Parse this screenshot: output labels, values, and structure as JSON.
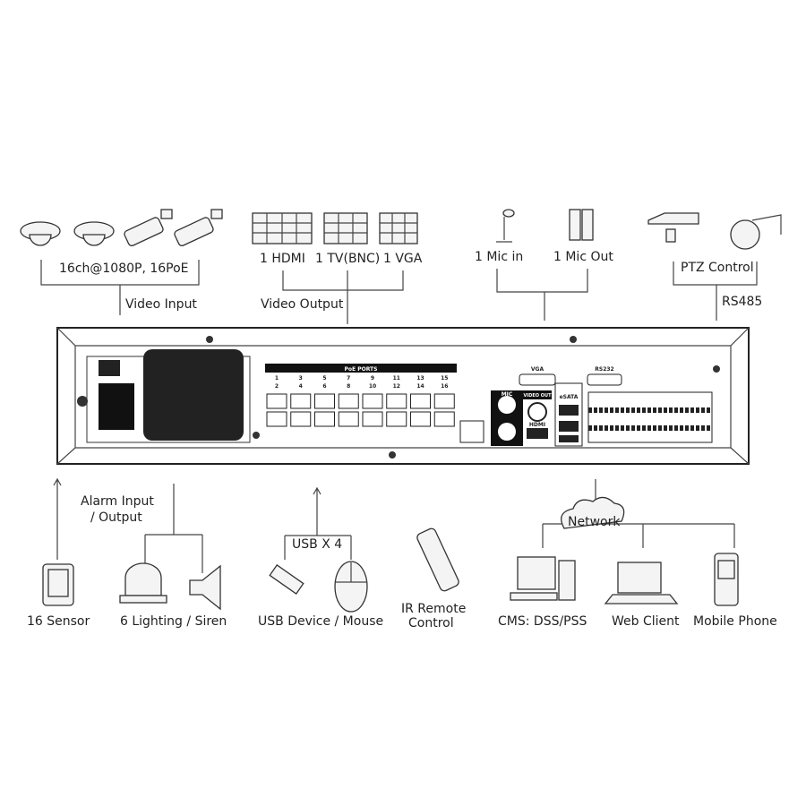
{
  "top": {
    "cameras": "16ch@1080P, 16PoE",
    "video_input": "Video Input",
    "hdmi": "1 HDMI",
    "tv": "1 TV(BNC)",
    "vga": "1 VGA",
    "video_output": "Video Output",
    "mic_in": "1 Mic in",
    "mic_out": "1 Mic Out",
    "ptz": "PTZ Control",
    "rs485": "RS485"
  },
  "panel": {
    "poe_title": "PoE PORTS",
    "ports_top": [
      "1",
      "3",
      "5",
      "7",
      "9",
      "11",
      "13",
      "15"
    ],
    "ports_bottom": [
      "2",
      "4",
      "6",
      "8",
      "10",
      "12",
      "14",
      "16"
    ],
    "vga": "VGA",
    "rs232": "RS232",
    "mic": "MIC",
    "video_out": "VIDEO OUT",
    "hdmi": "HDMI",
    "esata": "eSATA"
  },
  "bottom": {
    "alarm": "Alarm Input",
    "alarm2": "/ Output",
    "usb": "USB X 4",
    "network": "Network",
    "sensor": "16 Sensor",
    "lighting": "6 Lighting / Siren",
    "usb_device": "USB Device / Mouse",
    "ir1": "IR Remote",
    "ir2": "Control",
    "cms": "CMS: DSS/PSS",
    "web": "Web Client",
    "mobile": "Mobile Phone"
  }
}
